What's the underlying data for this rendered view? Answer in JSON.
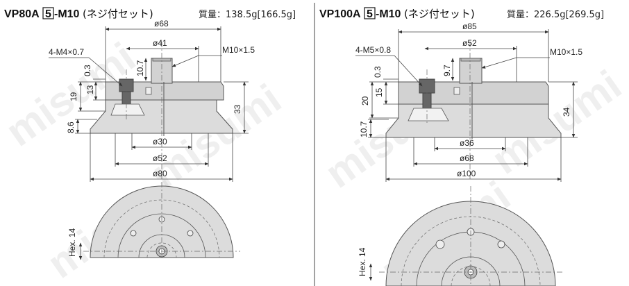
{
  "left": {
    "model_prefix": "VP80A",
    "model_boxed": "5",
    "model_suffix": "-M10",
    "model_note": "(ネジ付セット)",
    "mass": "質量：138.5g[166.5g]",
    "dims": {
      "d68": "ø68",
      "d41": "ø41",
      "thread_holes": "4-M4×0.7",
      "thread_stem": "M10×1.5",
      "v03": "0.3",
      "v107": "10.7",
      "v13": "13",
      "v19": "19",
      "v33": "33",
      "v86": "8.6",
      "d30": "ø30",
      "d52": "ø52",
      "d80": "ø80",
      "hex": "Hex. 14"
    }
  },
  "right": {
    "model_prefix": "VP100A",
    "model_boxed": "5",
    "model_suffix": "-M10",
    "model_note": "(ネジ付セット)",
    "mass": "質量：226.5g[269.5g]",
    "dims": {
      "d85": "ø85",
      "d52": "ø52",
      "thread_holes": "4-M5×0.8",
      "thread_stem": "M10×1.5",
      "v03": "0.3",
      "v97": "9.7",
      "v15": "15",
      "v20": "20",
      "v34": "34",
      "v107": "10.7",
      "d36": "ø36",
      "d68": "ø68",
      "d100": "ø100",
      "hex": "Hex. 14"
    }
  },
  "watermark": "misumi",
  "colors": {
    "fill": "#dcdcdc",
    "line": "#444444",
    "dark": "#666666"
  }
}
